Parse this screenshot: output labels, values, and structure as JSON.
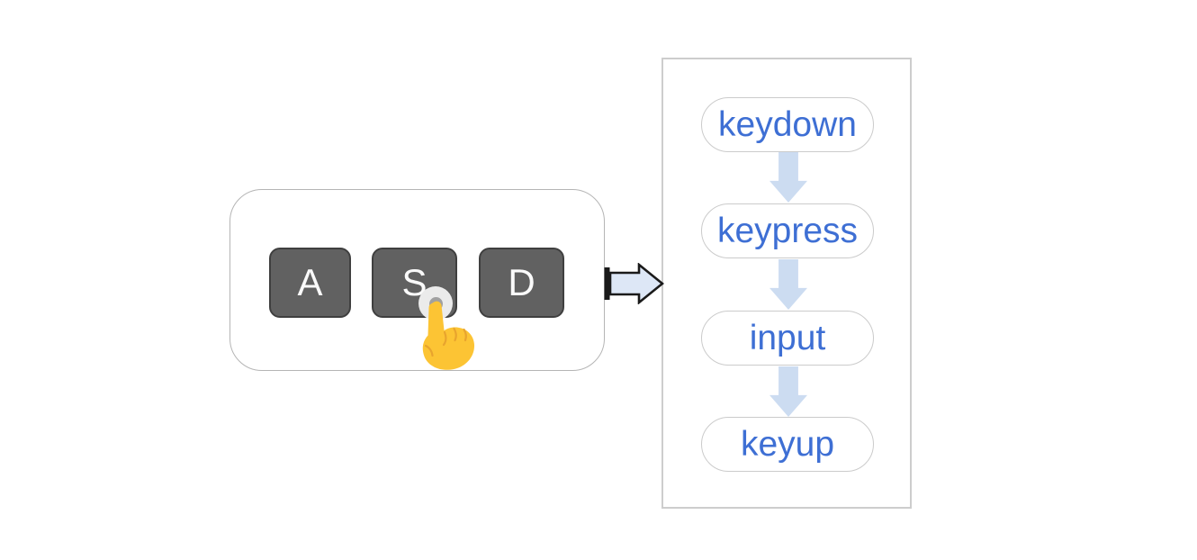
{
  "keyboard": {
    "keys": [
      "A",
      "S",
      "D"
    ],
    "pressed_key": "S"
  },
  "flow": {
    "events": [
      "keydown",
      "keypress",
      "input",
      "keyup"
    ]
  },
  "icons": {
    "connector": "right-block-arrow-icon",
    "flow_step": "down-block-arrow-icon",
    "press": "backhand-index-pointing-up-icon",
    "touch": "touch-point-indicator"
  },
  "colors": {
    "background": "#ffffff",
    "keyboard_box_border": "#b5b5b5",
    "key_fill": "#616161",
    "key_border": "#3f3f3f",
    "key_text": "#fafafa",
    "panel_border": "#cdcdcd",
    "pill_border": "#cbcbcb",
    "event_text": "#3e6fd4",
    "flow_arrow_fill": "#ccdcf1",
    "connector_fill": "#dde7f6",
    "connector_outline": "#1a1a1a",
    "hand_fill": "#fcc434",
    "hand_shade": "#e8a42e",
    "touch_ring": "#ebebeb",
    "touch_dot": "#a0a0a0"
  }
}
